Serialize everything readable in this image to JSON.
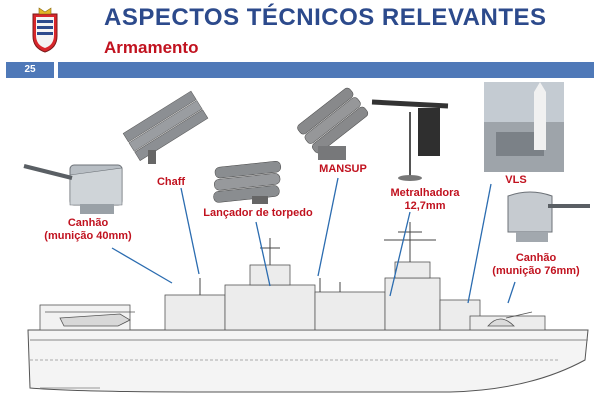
{
  "header": {
    "title": "ASPECTOS TÉCNICOS RELEVANTES",
    "subtitle": "Armamento",
    "slide_number": "25"
  },
  "labels": {
    "chaff": "Chaff",
    "mansup": "MANSUP",
    "vls": "VLS",
    "torpedo": "Lançador de torpedo",
    "cannon40_line1": "Canhão",
    "cannon40_line2": "(munição 40mm)",
    "mg_line1": "Metralhadora",
    "mg_line2": "12,7mm",
    "cannon76_line1": "Canhão",
    "cannon76_line2": "(munição 76mm)"
  },
  "colors": {
    "title": "#2c4a8c",
    "label": "#c1121f",
    "bar": "#4f79b8"
  }
}
